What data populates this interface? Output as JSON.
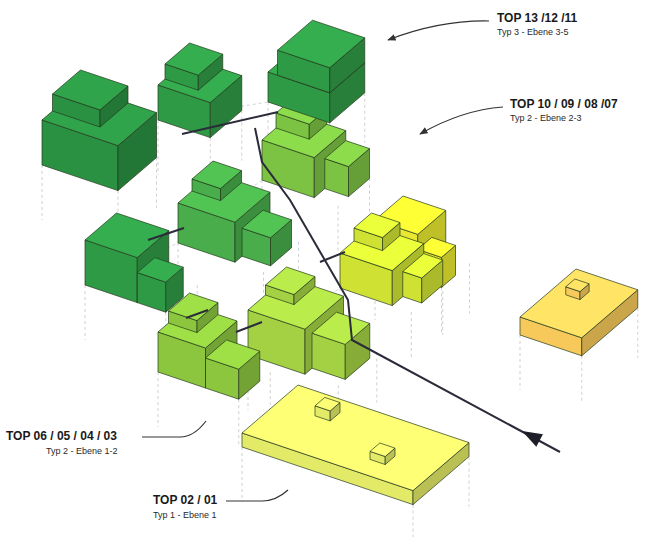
{
  "diagram": {
    "labels": [
      "TOP 13 /12 /11",
      "Typ 3 - Ebene 3-5",
      "TOP 10 / 09 / 08 /07",
      "Typ 2 - Ebene 2-3",
      "TOP 06 / 05 / 04 / 03",
      "Typ 2 - Ebene 1-2",
      "TOP 02 / 01",
      "Typ 1 - Ebene 1"
    ]
  }
}
